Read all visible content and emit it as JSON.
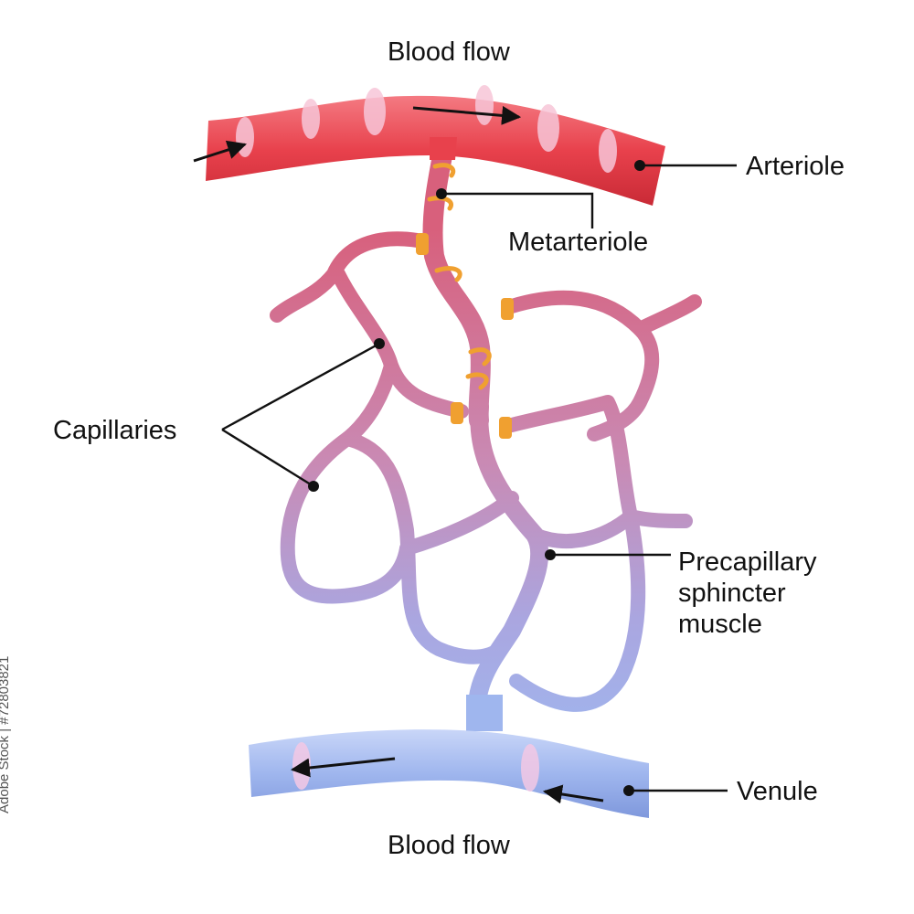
{
  "labels": {
    "blood_flow_top": "Blood flow",
    "blood_flow_bottom": "Blood flow",
    "arteriole": "Arteriole",
    "metarteriole": "Metarteriole",
    "capillaries": "Capillaries",
    "precapillary_line1": "Precapillary",
    "precapillary_line2": "sphincter",
    "precapillary_line3": "muscle",
    "venule": "Venule"
  },
  "watermark": "Adobe Stock | #72803821",
  "colors": {
    "arteriole": "#e8414c",
    "capillary_top": "#d9607a",
    "capillary_bottom": "#a6b4ea",
    "venule": "#9fb6ee",
    "sphincter": "#f0a030",
    "background": "#ffffff"
  }
}
